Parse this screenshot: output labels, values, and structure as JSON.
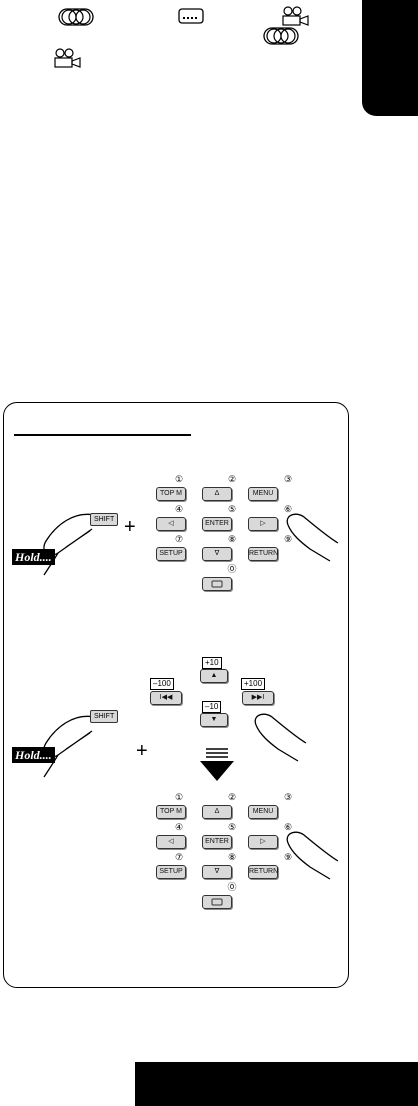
{
  "header_icons": [
    "dvd-disc-icon",
    "text-display-icon",
    "video-camera-icon",
    "dvd-disc-icon",
    "video-camera-icon"
  ],
  "panel": {
    "section1": {
      "hold_label": "Hold....",
      "shift_label": "SHIFT",
      "plus": "+",
      "keys": [
        {
          "num": "①",
          "label": "TOP M"
        },
        {
          "num": "②",
          "label": "Δ"
        },
        {
          "num": "③",
          "label": "MENU"
        },
        {
          "num": "④",
          "label": "◁"
        },
        {
          "num": "⑤",
          "label": "ENTER"
        },
        {
          "num": "⑥",
          "label": "▷"
        },
        {
          "num": "⑦",
          "label": "SETUP"
        },
        {
          "num": "⑧",
          "label": "∇"
        },
        {
          "num": "⑨",
          "label": "RETURN"
        },
        {
          "num": "⓪",
          "label": ""
        }
      ]
    },
    "section2": {
      "hold_label": "Hold....",
      "shift_label": "SHIFT",
      "plus": "+",
      "top_keys": {
        "plus10": "+10",
        "minus10": "–10",
        "minus100": "–100",
        "plus100": "+100",
        "up": "▲",
        "down": "▼",
        "prev": "I◀◀",
        "next": "▶▶I"
      },
      "keys": [
        {
          "num": "①",
          "label": "TOP M"
        },
        {
          "num": "②",
          "label": "Δ"
        },
        {
          "num": "③",
          "label": "MENU"
        },
        {
          "num": "④",
          "label": "◁"
        },
        {
          "num": "⑤",
          "label": "ENTER"
        },
        {
          "num": "⑥",
          "label": "▷"
        },
        {
          "num": "⑦",
          "label": "SETUP"
        },
        {
          "num": "⑧",
          "label": "∇"
        },
        {
          "num": "⑨",
          "label": "RETURN"
        },
        {
          "num": "⓪",
          "label": ""
        }
      ]
    }
  },
  "colors": {
    "key_fill": "#d9d9d9",
    "tab": "#000000",
    "arrow": "#000000"
  }
}
